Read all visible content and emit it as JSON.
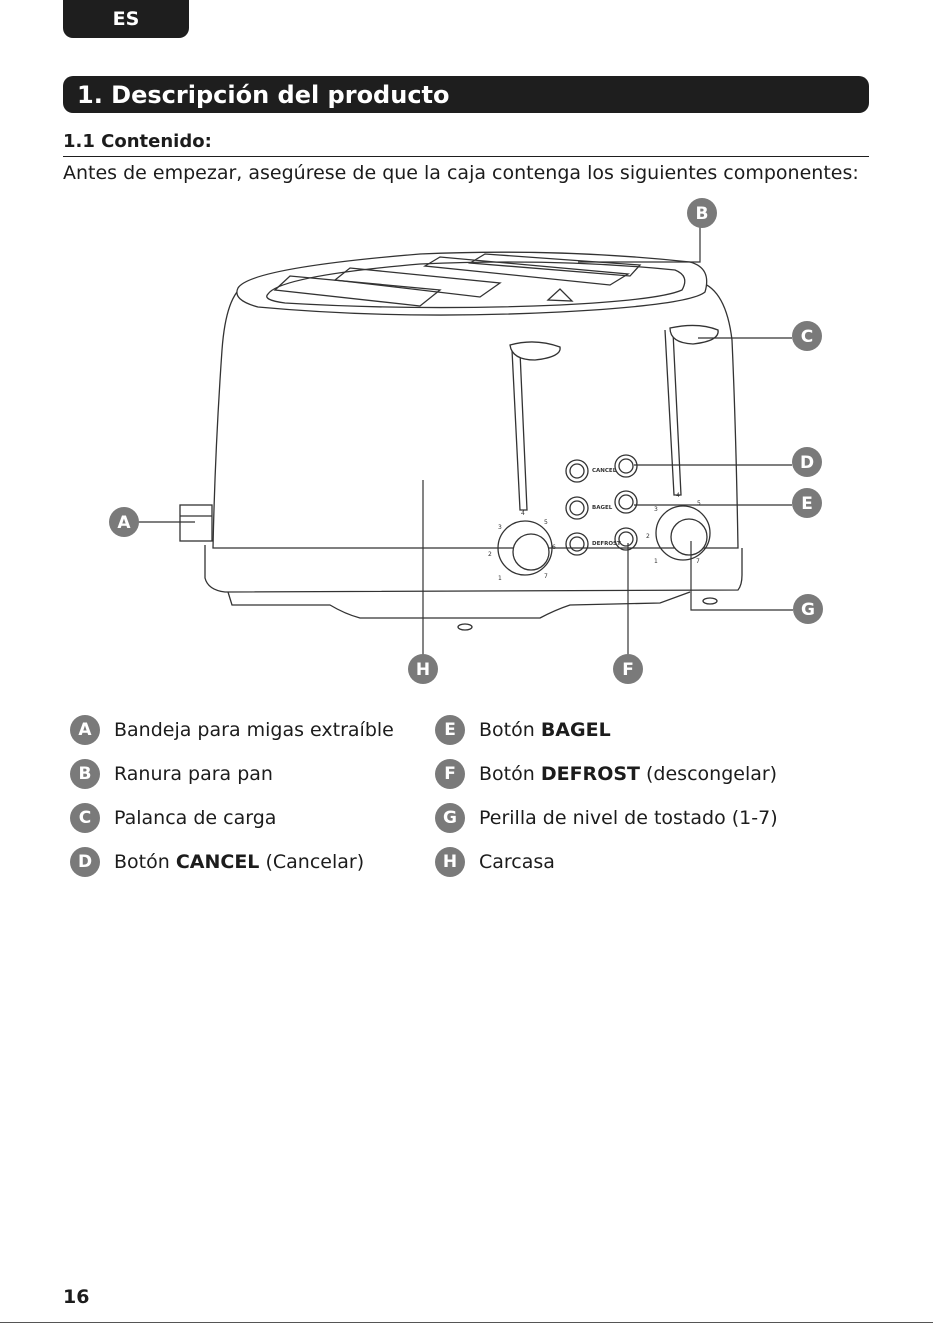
{
  "header": {
    "lang": "ES"
  },
  "section": {
    "title": "1. Descripción del producto"
  },
  "content": {
    "subheading": "1.1 Contenido:",
    "intro": "Antes de empezar, asegúrese de que la caja contenga los siguientes componentes:"
  },
  "diagram": {
    "callouts": [
      "A",
      "B",
      "C",
      "D",
      "E",
      "F",
      "G",
      "H"
    ],
    "panel_labels": {
      "cancel": "CANCEL",
      "bagel": "BAGEL",
      "defrost": "DEFROST"
    },
    "dial_numbers": [
      "1",
      "2",
      "3",
      "4",
      "5",
      "6",
      "7"
    ]
  },
  "legend": {
    "col1": [
      {
        "letter": "A",
        "text": "Bandeja para migas extraíble",
        "bold": "",
        "suffix": ""
      },
      {
        "letter": "B",
        "text": "Ranura para pan",
        "bold": "",
        "suffix": ""
      },
      {
        "letter": "C",
        "text": "Palanca de carga",
        "bold": "",
        "suffix": ""
      },
      {
        "letter": "D",
        "text": "Botón ",
        "bold": "CANCEL",
        "suffix": " (Cancelar)"
      }
    ],
    "col2": [
      {
        "letter": "E",
        "text": "Botón ",
        "bold": "BAGEL",
        "suffix": ""
      },
      {
        "letter": "F",
        "text": "Botón ",
        "bold": "DEFROST",
        "suffix": " (descongelar)"
      },
      {
        "letter": "G",
        "text": "Perilla de nivel de tostado (1-7)",
        "bold": "",
        "suffix": ""
      },
      {
        "letter": "H",
        "text": "Carcasa",
        "bold": "",
        "suffix": ""
      }
    ]
  },
  "footer": {
    "page_number": "16"
  },
  "colors": {
    "dark": "#1e1e1e",
    "badge": "#7a7a7a",
    "line": "#333333"
  }
}
